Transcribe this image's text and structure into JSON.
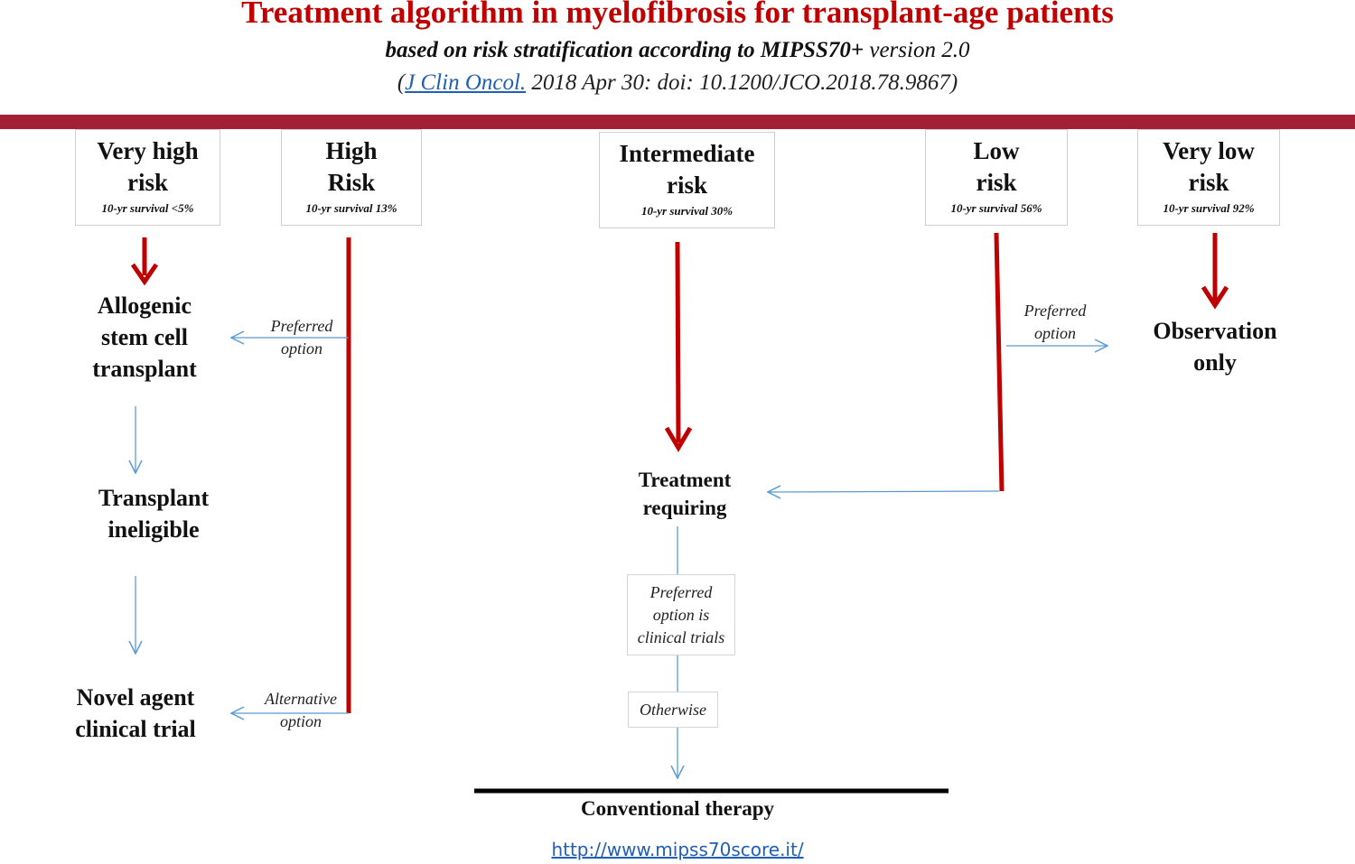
{
  "header": {
    "title": "Treatment algorithm in myelofibrosis for transplant-age patients",
    "subtitle_bold": "based on risk stratification according to MIPSS70+",
    "subtitle_rest": " version 2.0",
    "citation_open": "(",
    "citation_link": "J Clin Oncol.",
    "citation_rest": " 2018 Apr 30: doi: 10.1200/JCO.2018.78.9867)"
  },
  "colors": {
    "title": "#c00000",
    "band": "#a21f35",
    "main_arrow": "#c00000",
    "secondary_arrow": "#5b9bd5",
    "link": "#1f5fb4"
  },
  "risk_groups": [
    {
      "name": "Very high\nrisk",
      "survival": "10-yr survival <5%"
    },
    {
      "name": "High\nRisk",
      "survival": "10-yr survival 13%"
    },
    {
      "name": "Intermediate\nrisk",
      "survival": "10-yr survival 30%"
    },
    {
      "name": "Low\nrisk",
      "survival": "10-yr survival 56%"
    },
    {
      "name": "Very low\nrisk",
      "survival": "10-yr survival 92%"
    }
  ],
  "nodes": {
    "allogenic": "Allogenic\nstem cell\ntransplant",
    "ineligible": "Transplant\nineligible",
    "novel": "Novel agent\nclinical trial",
    "treatment": "Treatment\nrequiring",
    "observation": "Observation\nonly",
    "conventional": "Conventional therapy"
  },
  "notes": {
    "high_preferred": "Preferred\noption",
    "high_alternative": "Alternative\noption",
    "low_preferred": "Preferred\noption",
    "clinical_trials": "Preferred\noption is\nclinical trials",
    "otherwise": "Otherwise"
  },
  "footer": {
    "url": "http://www.mipss70score.it/"
  }
}
